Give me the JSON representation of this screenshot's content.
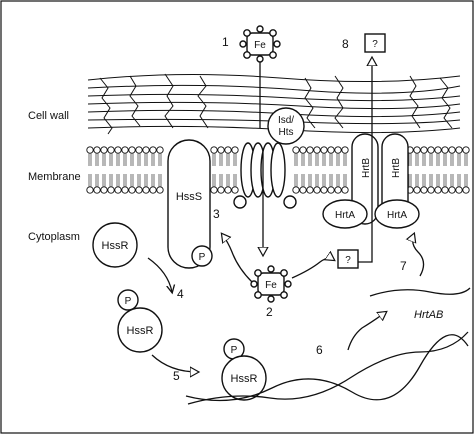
{
  "labels": {
    "cell_wall": "Cell wall",
    "membrane": "Membrane",
    "cytoplasm": "Cytoplasm"
  },
  "proteins": {
    "hssr": "HssR",
    "hsss": "HssS",
    "phospho": "P",
    "isd_line1": "Isd/",
    "isd_line2": "Hts",
    "hrtb": "HrtB",
    "hrta": "HrtA"
  },
  "molecules": {
    "iron": "Fe",
    "unknown": "?"
  },
  "gene": "HrtAB",
  "steps": [
    "1",
    "2",
    "3",
    "4",
    "5",
    "6",
    "7",
    "8"
  ]
}
